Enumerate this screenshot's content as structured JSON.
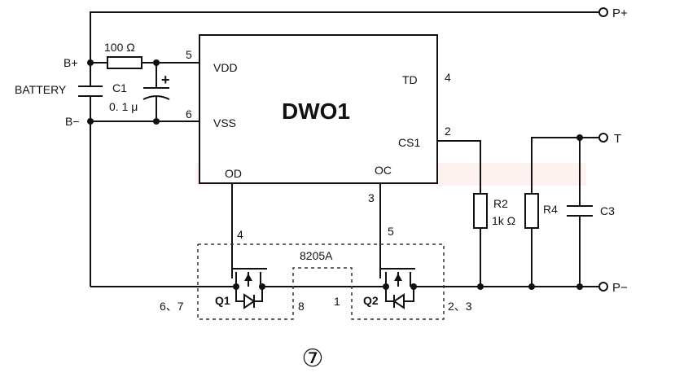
{
  "diagram": {
    "ic": {
      "name": "DWO1",
      "pins": {
        "vdd": "VDD",
        "vss": "VSS",
        "td": "TD",
        "cs1": "CS1",
        "od": "OD",
        "oc": "OC"
      }
    },
    "pin_numbers": {
      "p5": "5",
      "p6": "6",
      "p4": "4",
      "p2": "2",
      "p3": "3",
      "q1_gate": "4",
      "q2_gate": "5"
    },
    "terminals": {
      "p_plus": "P+",
      "t": "T",
      "p_minus": "P−"
    },
    "battery": {
      "label": "BATTERY",
      "b_plus": "B+",
      "b_minus": "B−"
    },
    "components": {
      "r1": "100 Ω",
      "c1_name": "C1",
      "c1_value": "0. 1 μ",
      "c1_polarity": "+",
      "r2_name": "R2",
      "r2_value": "1k Ω",
      "r4_name": "R4",
      "c3_name": "C3"
    },
    "mosfet_package": {
      "name": "8205A",
      "q1": "Q1",
      "q2": "Q2",
      "q1_pins": "6、7",
      "pin8": "8",
      "pin1": "1",
      "q2_pins": "2、3"
    },
    "figure_number": "⑦"
  }
}
